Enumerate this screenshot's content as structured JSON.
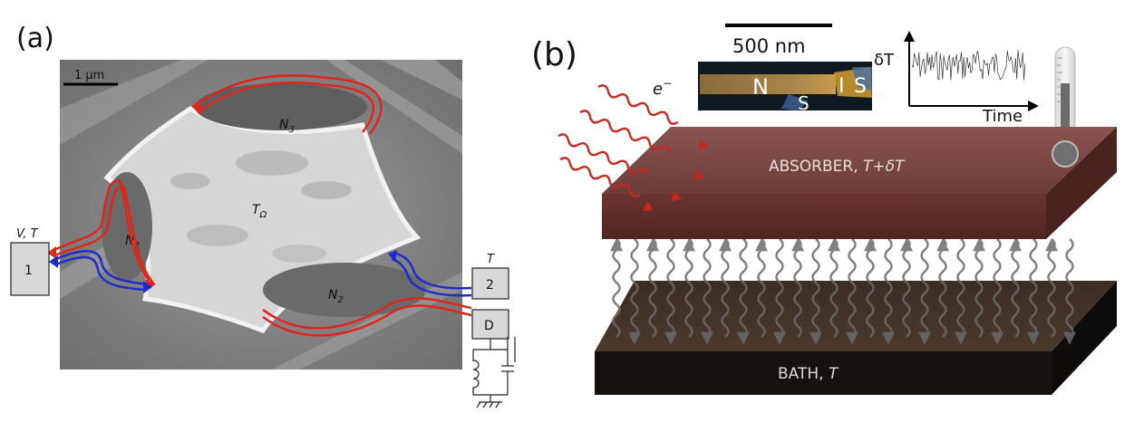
{
  "panel_a": {
    "label": "(a)",
    "scale_bar": "1 μm",
    "n3": "N",
    "n3_sub": "3",
    "n1": "N",
    "n1_sub": "1",
    "n2": "N",
    "n2_sub": "2",
    "t_omega": "T",
    "t_omega_sub": "Ω",
    "vt_label": "V, T",
    "box1": "1",
    "t_label": "T",
    "box2": "2",
    "boxD": "D"
  },
  "panel_b": {
    "label": "(b)",
    "scale_bar": "500 nm",
    "inset_n": "N",
    "inset_s1": "S",
    "inset_i": "I",
    "inset_s2": "S",
    "electron": "e",
    "electron_sup": "−",
    "dt_axis": "δT",
    "time_axis": "Time",
    "absorber_text": "ABSORBER, ",
    "absorber_temp": "T+δT",
    "bath_text": "BATH, ",
    "bath_temp": "T"
  },
  "colors": {
    "red_path": "#e0261b",
    "blue_path": "#1f2bd0",
    "absorber": "#6b3733",
    "bath": "#1b1714"
  }
}
